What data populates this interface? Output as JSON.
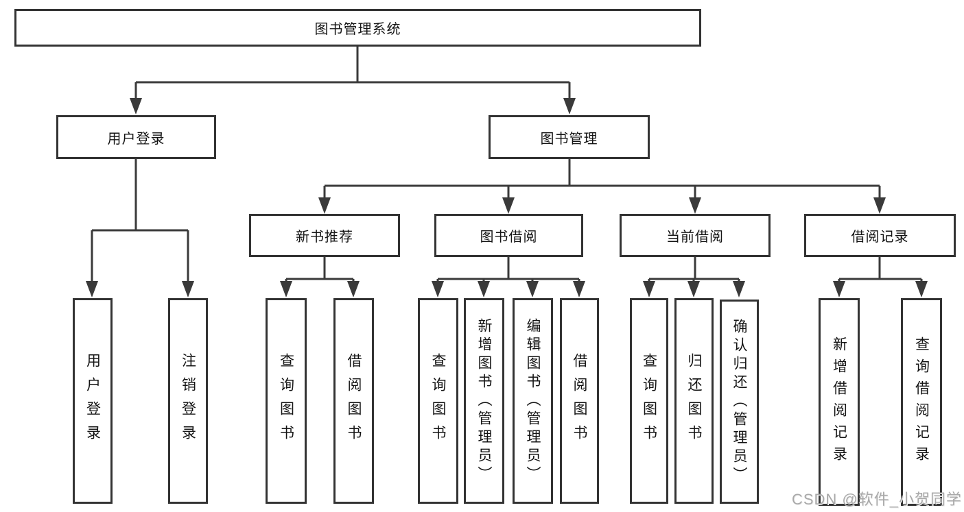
{
  "tree": {
    "root": "图书管理系统",
    "branches": [
      {
        "label": "用户登录",
        "children": [
          "用户登录",
          "注销登录"
        ]
      },
      {
        "label": "图书管理",
        "sections": [
          {
            "label": "新书推荐",
            "children": [
              "查询图书",
              "借阅图书"
            ]
          },
          {
            "label": "图书借阅",
            "children": [
              "查询图书",
              "新增图书（管理员）",
              "编辑图书（管理员）",
              "借阅图书"
            ]
          },
          {
            "label": "当前借阅",
            "children": [
              "查询图书",
              "归还图书",
              "确认归还（管理员）"
            ]
          },
          {
            "label": "借阅记录",
            "children": [
              "新增借阅记录",
              "查询借阅记录"
            ]
          }
        ]
      }
    ]
  },
  "watermark": "CSDN @软件_小贺同学",
  "colors": {
    "line": "#3a3a3a",
    "border": "#333333",
    "text": "#141414",
    "watermark": "#a9a9a9",
    "background": "#ffffff"
  }
}
